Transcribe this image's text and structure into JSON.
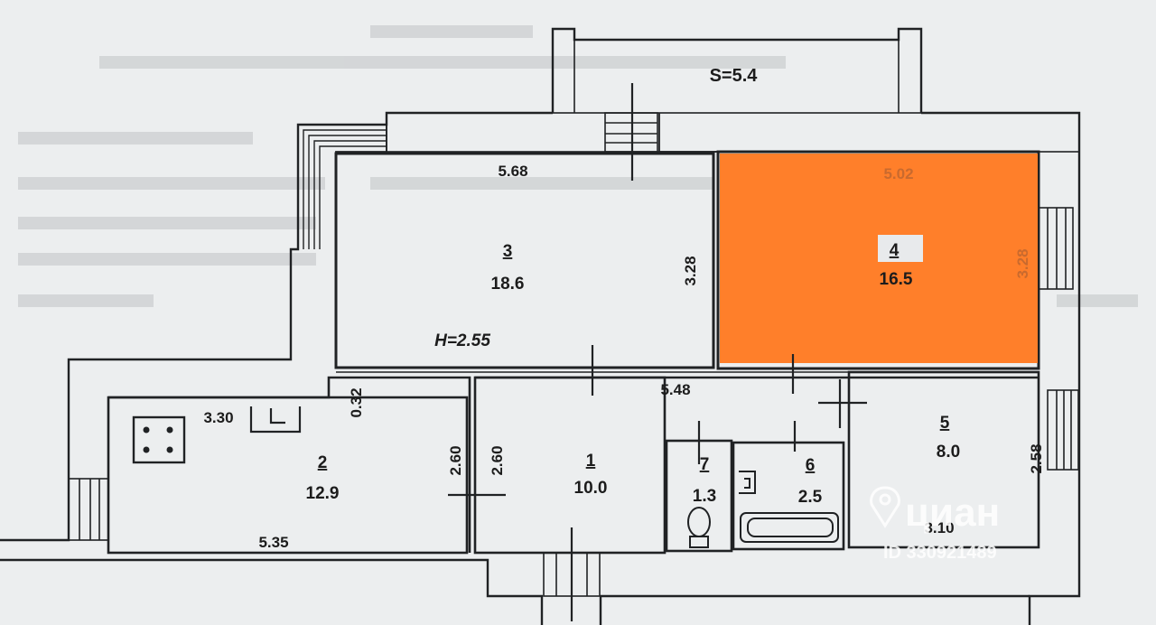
{
  "plan": {
    "balcony": {
      "label": "S=5.4"
    },
    "height_note": "H=2.55",
    "rooms": [
      {
        "id": "r1",
        "number": "1",
        "area": "10.0"
      },
      {
        "id": "r2",
        "number": "2",
        "area": "12.9"
      },
      {
        "id": "r3",
        "number": "3",
        "area": "18.6"
      },
      {
        "id": "r4",
        "number": "4",
        "area": "16.5",
        "highlight_color": "#ff7f2a"
      },
      {
        "id": "r5",
        "number": "5",
        "area": "8.0"
      },
      {
        "id": "r6",
        "number": "6",
        "area": "2.5"
      },
      {
        "id": "r7",
        "number": "7",
        "area": "1.3"
      }
    ],
    "dimensions": {
      "r3_width": "5.68",
      "r4_width": "5.02",
      "r3_depth": "3.28",
      "r4_depth": "3.28",
      "hall_width": "5.48",
      "kitchen_top": "3.30",
      "kitchen_niche": "0.32",
      "kitchen_depth": "2.60",
      "hall_depth": "2.60",
      "kitchen_width": "5.35",
      "r5_depth": "2.58",
      "r5_width": "3.10"
    },
    "watermark": {
      "brand": "циан",
      "id_text": "ID 330921489"
    }
  },
  "colors": {
    "wall": "#202224",
    "paper": "#eceeef",
    "highlight": "#ff7f2a"
  }
}
